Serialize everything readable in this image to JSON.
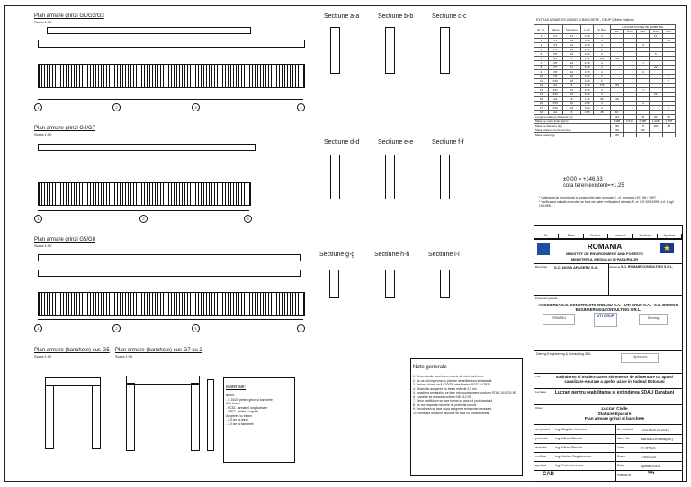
{
  "plans": {
    "p1": {
      "title": "Plan armare grinzi GL/G2/G3",
      "scale": "Scara 1:50"
    },
    "p2": {
      "title": "Plan armare grinzi G4/G7",
      "scale": "Scara 1:50"
    },
    "p3": {
      "title": "Plan armare grinzi G5/G8",
      "scale": "Scara 1:50"
    },
    "p4": {
      "title": "Plan armare (banchete) sus G5",
      "scale": "Scara 1:50"
    },
    "p5": {
      "title": "Plan armare (banchete) sus G7 cu 2",
      "scale": "Scara 1:50"
    }
  },
  "axes": [
    "1",
    "2",
    "3",
    "4"
  ],
  "sections": [
    {
      "label": "Sectiune a-a"
    },
    {
      "label": "Sectiune b-b"
    },
    {
      "label": "Sectiune c-c"
    },
    {
      "label": "Sectiune d-d"
    },
    {
      "label": "Sectiune e-e"
    },
    {
      "label": "Sectiune f-f"
    },
    {
      "label": "Sectiune g-g"
    },
    {
      "label": "Sectiune h-h"
    },
    {
      "label": "Sectiune i-i"
    }
  ],
  "schedule": {
    "title": "EXTRAS ARMATURI GRINZI SI BANCHETE - GRUP Clădire Statiune",
    "subtitle": "LUNGIMI TOTALE PE DIAMETRE",
    "headers": [
      "Nr. ctr.",
      "Marca",
      "Diametru",
      "L (m)",
      "Nr. Buc.",
      "OB37",
      "PC52"
    ],
    "subheaders": [
      "Ø8",
      "Ø10",
      "Ø12",
      "Ø14",
      "Ø16"
    ],
    "rows": [
      [
        "1",
        "P1",
        "12",
        "4.35",
        "4",
        "",
        "",
        "",
        "17",
        ""
      ],
      [
        "2",
        "P2",
        "14",
        "5.40",
        "4",
        "",
        "",
        "",
        "",
        "22"
      ],
      [
        "3",
        "P3",
        "12",
        "3.15",
        "4",
        "",
        "",
        "13",
        "",
        ""
      ],
      [
        "4",
        "P4",
        "16",
        "4.60",
        "2",
        "",
        "",
        "",
        "",
        "9"
      ],
      [
        "5",
        "P5",
        "16",
        "2.30",
        "2",
        "",
        "",
        "",
        "5",
        ""
      ],
      [
        "6",
        "E1",
        "8",
        "1.30",
        "192",
        "250",
        "",
        "",
        "",
        ""
      ],
      [
        "7",
        "P6",
        "12",
        "4.35",
        "4",
        "",
        "",
        "17",
        "",
        ""
      ],
      [
        "8",
        "P7",
        "14",
        "5.40",
        "4",
        "",
        "",
        "",
        "22",
        ""
      ],
      [
        "9",
        "P8",
        "12",
        "3.15",
        "4",
        "",
        "",
        "13",
        "",
        ""
      ],
      [
        "10",
        "P9",
        "16",
        "4.60",
        "2",
        "",
        "",
        "",
        "",
        "9"
      ],
      [
        "11",
        "P10",
        "16",
        "2.30",
        "2",
        "",
        "",
        "",
        "",
        "5"
      ],
      [
        "12",
        "E2",
        "8",
        "1.30",
        "176",
        "229",
        "",
        "",
        "",
        ""
      ],
      [
        "13",
        "P11",
        "12",
        "4.35",
        "4",
        "",
        "",
        "17",
        "",
        ""
      ],
      [
        "14",
        "P12",
        "14",
        "5.40",
        "4",
        "",
        "",
        "",
        "22",
        ""
      ],
      [
        "15",
        "E3",
        "8",
        "1.10",
        "96",
        "106",
        "",
        "",
        "",
        ""
      ],
      [
        "16",
        "P13",
        "12",
        "2.85",
        "4",
        "",
        "",
        "11",
        "",
        ""
      ],
      [
        "17",
        "P14",
        "16",
        "3.20",
        "2",
        "",
        "",
        "",
        "",
        "6"
      ],
      [
        "18",
        "E4",
        "8",
        "0.95",
        "48",
        "46",
        "",
        "",
        "",
        ""
      ]
    ],
    "totals": [
      [
        "Lungime totala pe diametre (m)",
        "631",
        "",
        "88",
        "83",
        "56"
      ],
      [
        "Masa pe metru liniar (kg/m)",
        "0.395",
        "0.617",
        "0.888",
        "1.208",
        "1.578"
      ],
      [
        "Masa pe diametre (kg)",
        "249",
        "",
        "78",
        "100",
        "88"
      ],
      [
        "Masa totala pe tip de otel (kg)",
        "249",
        "",
        "266",
        "",
        ""
      ],
      [
        "Masa totala (kg)",
        "515",
        "",
        "",
        "",
        ""
      ]
    ]
  },
  "elevation": {
    "line1": "±0.00 = +146.63",
    "line2": "cota teren existent=+1.25"
  },
  "notes_top": "* Categoria de importanta a constructiei este normala C, cf. normativ HG 766 / 1997.\n* Verificarea calitatii executiei se face de catre verificatorul atestat Af, cf. HG 925/1995 si cf. Legii 10/1995.",
  "materiale": {
    "title": "Materiale:",
    "text": "Beton:\n- C 20/25 pentru grinzi si banchete\nOtel beton:\n- PC52 - armaturi longitudinale\n- OB37 - etrieri si agrafe\nAcoperire cu beton:\n- 2.5 cm la grinzi\n- 3.0 cm la banchete"
  },
  "note_generale": {
    "title": "Note generale",
    "text": "1. Dimensiunile sunt in cm, cotele de nivel sunt in m.\n2. Se va citi impreuna cu planele de arhitectura si instalatii.\n3. Betonul folosit va fi C20/25, otelul beton PC52 si OB37.\n4. Stratul de acoperire cu beton este de 2.5 cm.\n5. Innadirea armaturilor se face prin suprapunere conform STAS 10107/0-90.\n6. Lucrarile se executa conform NE 012-99.\n7. Orice modificare se face numai cu acordul proiectantului.\n8. Se vor respecta normele de protectia muncii.\n9. Decofrarea se face dupa atingerea rezistentei necesare.\n10. Receptia lucrarilor ascunse se face cu proces verbal."
  },
  "revisions": {
    "headers": [
      "Nr.",
      "Data",
      "Revizie",
      "Intocmit",
      "Verificat",
      "Aprobat"
    ]
  },
  "title_block": {
    "country": "ROMANIA",
    "ministry_en": "MINISTRY OF ENVIRONMENT AND FORESTS",
    "ministry_ro": "MINISTERUL MEDIULUI SI PADURILOR",
    "beneficiar_label": "Beneficiar",
    "beneficiar": "S.C. NOVA APASERV S.A.",
    "asistenta_label": "Asistenta",
    "asistenta": "S.C. ROMAIR CONSULTING S.R.L.",
    "proiectant_label": "Proiectant general",
    "proiectant": "ASOCIEREA S.C. CONSTRUCTII ERBASU S.A. - UTI GRUP S.A. - S.C. DIERING ENGINEERING&CONSULTING S.R.L.",
    "logo1": "ERBASU",
    "logo2": "UTI GRUP",
    "logo3": "Diering",
    "sub1": "Diering Engineering & Consulting SRL",
    "sub2": "Dipecons",
    "titlu_label": "Titlu",
    "titlu": "Extinderea si modernizarea sistemelor de alimentare cu apa si canalizare-epurare a apelor uzate in Judetul Botosani",
    "contract_label": "Lucrarea",
    "contract": "Lucrari pentru reabilitarea si extinderea SDAU Darabani",
    "obiect_label": "Obiect",
    "obiect": "Lucrari Civile\nStatiune Epurare\nPlan armare grinzi si banchete",
    "roles": [
      {
        "role": "sef proiect",
        "name": "Ing. Bogdan Ionescu"
      },
      {
        "role": "proiectat",
        "name": "Ing. Mihai Stanciu"
      },
      {
        "role": "desenat",
        "name": "Ing. Mihai Stanciu"
      },
      {
        "role": "verificat",
        "name": "Ing. Adrian Bogdanescu"
      },
      {
        "role": "aprobat",
        "name": "Ing. Petru Ionescu"
      }
    ],
    "fields": [
      {
        "label": "Nr. contract",
        "value": "12375/04.11.2013"
      },
      {
        "label": "Nume fis.",
        "value": "DB00D-DROB6[NE]"
      },
      {
        "label": "Faza",
        "value": "P.Th+D.E"
      },
      {
        "label": "Scara",
        "value": "1:50/1:25"
      },
      {
        "label": "Data",
        "value": "Aprilie 2014"
      }
    ],
    "plansa_label": "Plansa nr.",
    "plansa": "S5",
    "cad": "CAD"
  },
  "colors": {
    "line": "#111111",
    "flag_blue": "#1e4fa0",
    "eu_star": "#f2d21b"
  }
}
